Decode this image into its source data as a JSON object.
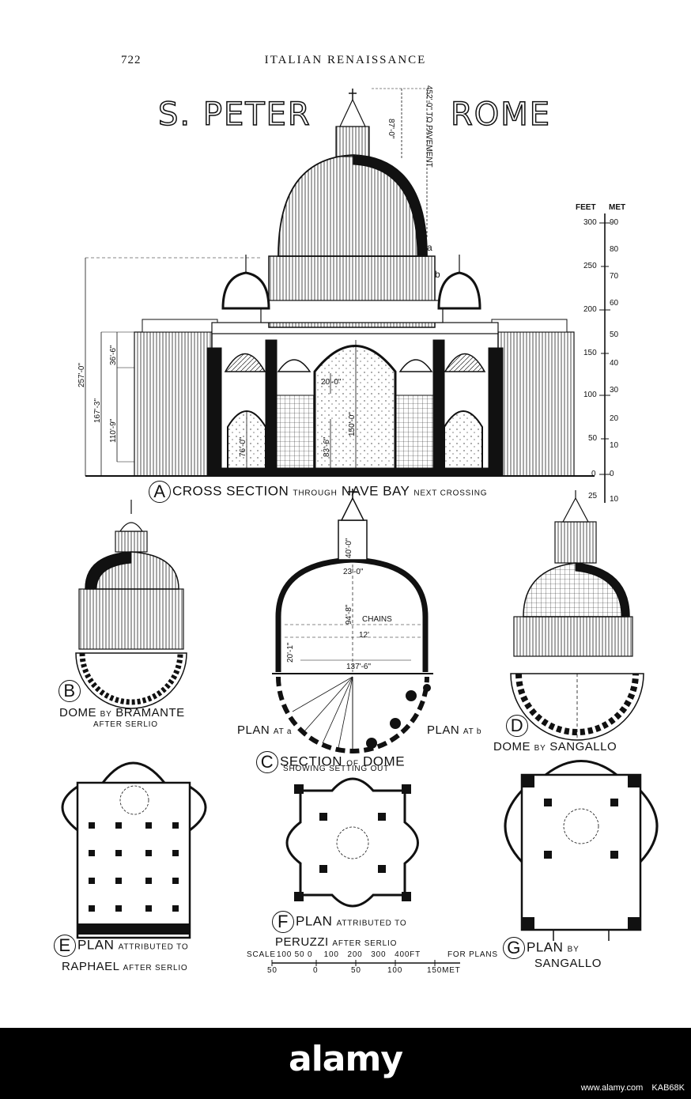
{
  "page_number": "722",
  "running_head": "ITALIAN RENAISSANCE",
  "title_left": "S. PETER",
  "title_right": "ROME",
  "dims": {
    "lantern": "87'-0\"",
    "total_height": "452'-0\" TO PAVEMENT",
    "d257": "257'-0\"",
    "d167": "167'-3\"",
    "d110": "110'-9\"",
    "d36": "36'-6\"",
    "d76": "76'-0\"",
    "d83": "83'-6\"",
    "d150": "150'-0\"",
    "d20": "20'-0\"",
    "mark_a": "a",
    "mark_b": "b",
    "c_40": "40'-0\"",
    "c_23": "23'-0\"",
    "c_94": "94'-8\"",
    "c_chains": "CHAINS",
    "c_12": "12'",
    "c_20": "20'-1\"",
    "c_137": "137'-6\""
  },
  "scale": {
    "feet_label": "FEET",
    "met_label": "MET",
    "feet_ticks": [
      "300",
      "250",
      "200",
      "150",
      "100",
      "50",
      "0",
      "25"
    ],
    "met_ticks": [
      "90",
      "80",
      "70",
      "60",
      "50",
      "40",
      "30",
      "20",
      "10",
      "0",
      "10"
    ]
  },
  "captions": {
    "a": {
      "letter": "A",
      "main": "CROSS SECTION",
      "through": "THROUGH",
      "nave": "NAVE BAY",
      "next": "NEXT CROSSING"
    },
    "b": {
      "letter": "B",
      "dome": "DOME",
      "by": "BY",
      "name": "BRAMANTE",
      "after": "AFTER SERLIO"
    },
    "c": {
      "plan_a": "PLAN",
      "at_a": "AT a",
      "plan_b": "PLAN",
      "at_b": "AT b",
      "letter": "C",
      "section": "SECTION",
      "of": "OF",
      "dome": "DOME",
      "showing": "SHOWING SETTING OUT"
    },
    "d": {
      "letter": "D",
      "dome": "DOME",
      "by": "BY",
      "name": "SANGALLO"
    },
    "e": {
      "letter": "E",
      "plan": "PLAN",
      "attributed": "ATTRIBUTED TO",
      "name": "RAPHAEL",
      "after": "AFTER SERLIO"
    },
    "f": {
      "letter": "F",
      "plan": "PLAN",
      "attributed": "ATTRIBUTED TO",
      "name": "PERUZZI",
      "after": "AFTER SERLIO"
    },
    "g": {
      "letter": "G",
      "plan": "PLAN",
      "by": "BY",
      "name": "SANGALLO"
    }
  },
  "plan_scale": {
    "label": "SCALE",
    "feet": "100 50 0    100   200   300   400FT",
    "for_plans": "FOR PLANS",
    "met": [
      "50",
      "0",
      "50",
      "100",
      "150MET"
    ]
  },
  "footer": {
    "logo": "alamy",
    "image_id": "www.alamy.com",
    "code": "KAB68K"
  }
}
